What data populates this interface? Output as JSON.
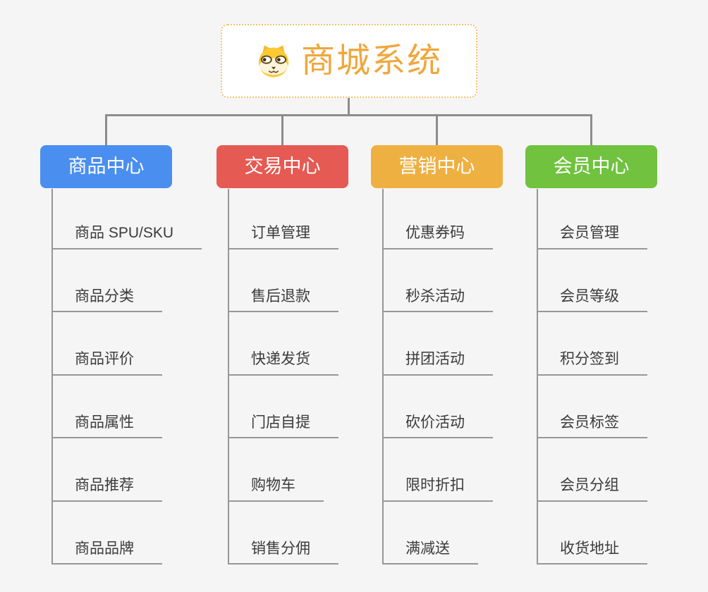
{
  "root": {
    "label": "商城系统",
    "icon": "dog-face-icon",
    "text_color": "#f0a73d",
    "border_color": "#f3c26b",
    "background": "#ffffff"
  },
  "canvas": {
    "background": "#f5f5f6",
    "connector_color": "#8c8c8c",
    "leaf_line_color": "#979797",
    "leaf_text_color": "#3b3b3b"
  },
  "branches": [
    {
      "label": "商品中心",
      "color": "#4a8ff0",
      "items": [
        "商品 SPU/SKU",
        "商品分类",
        "商品评价",
        "商品属性",
        "商品推荐",
        "商品品牌"
      ]
    },
    {
      "label": "交易中心",
      "color": "#e55a52",
      "items": [
        "订单管理",
        "售后退款",
        "快递发货",
        "门店自提",
        "购物车",
        "销售分佣"
      ]
    },
    {
      "label": "营销中心",
      "color": "#efb042",
      "items": [
        "优惠券码",
        "秒杀活动",
        "拼团活动",
        "砍价活动",
        "限时折扣",
        "满减送"
      ]
    },
    {
      "label": "会员中心",
      "color": "#70c23f",
      "items": [
        "会员管理",
        "会员等级",
        "积分签到",
        "会员标签",
        "会员分组",
        "收货地址"
      ]
    }
  ]
}
